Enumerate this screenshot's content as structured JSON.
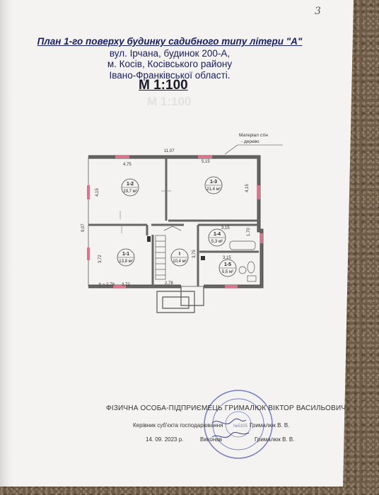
{
  "page_number": "3",
  "header": {
    "title": "План 1-го поверху будинку садибного типу літери \"А\"",
    "line2": "вул. Ірчана, будинок 200-А,",
    "line3": "м. Косів, Косівського району",
    "line4": "Івано-Франківської області."
  },
  "scale": "М 1:100",
  "plan": {
    "wall_note": [
      "Матеріал стін",
      "- дерево"
    ],
    "dimensions": {
      "total_width": "11,07",
      "total_depth": "9,07",
      "room12_width": "4,75",
      "room12_depth": "4,15",
      "room13_width": "5,15",
      "room13_depth": "4,15",
      "room11_depth": "3,72",
      "room11_width": "3,72",
      "stair_depth": "3,75",
      "entry_width": "2,78",
      "bath_width_top": "3,15",
      "bath_width_mid": "3,15",
      "bath_depth": "1,70",
      "height": "h = 2,78"
    },
    "rooms": [
      {
        "id": "1-2",
        "area": "19,7 м²"
      },
      {
        "id": "1-3",
        "area": "21,4 м²"
      },
      {
        "id": "1-1",
        "area": "13,8 м²"
      },
      {
        "id": "I",
        "area": "10,4 м²"
      },
      {
        "id": "1-4",
        "area": "5,3 м²"
      },
      {
        "id": "1-5",
        "area": "5,5 м²"
      }
    ]
  },
  "footer": {
    "company": "ФІЗИЧНА ОСОБА-ПІДПРИЄМЕЦЬ ГРИМАЛЮК ВІКТОР ВАСИЛЬОВИЧ",
    "role_label": "Керівник суб'єкта господарювання",
    "role_name": "Грималюк В. В.",
    "date": "14. 09. 2023 р.",
    "executor_label": "Виконав",
    "executor_name": "Грималюк В. В.",
    "stamp_text": "№5105"
  },
  "colors": {
    "title": "#1a2060",
    "window": "#d9748a",
    "stamp": "#5561b8"
  }
}
